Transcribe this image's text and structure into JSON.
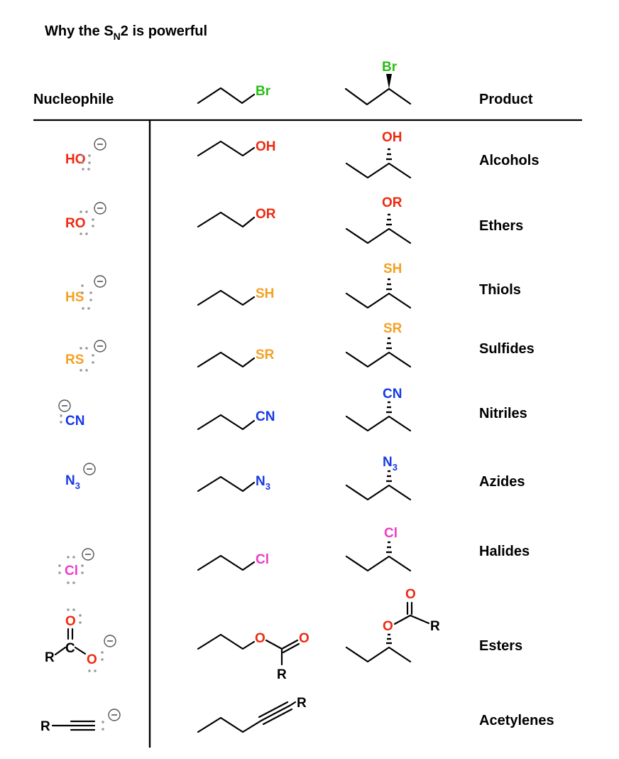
{
  "title": {
    "main": "Why the S",
    "sub": "N",
    "tail": "2 is powerful"
  },
  "headers": {
    "nucleophile": "Nucleophile",
    "product": "Product"
  },
  "substrate_labels": {
    "primary": "Br",
    "secondary": "Br"
  },
  "rows": [
    {
      "nucleophile": "HO",
      "primary": "OH",
      "secondary": "OH",
      "product": "Alcohols"
    },
    {
      "nucleophile": "RO",
      "primary": "OR",
      "secondary": "OR",
      "product": "Ethers"
    },
    {
      "nucleophile": "HS",
      "primary": "SH",
      "secondary": "SH",
      "product": "Thiols"
    },
    {
      "nucleophile": "RS",
      "primary": "SR",
      "secondary": "SR",
      "product": "Sulfides"
    },
    {
      "nucleophile": "CN",
      "primary": "CN",
      "secondary": "CN",
      "product": "Nitriles"
    },
    {
      "nucleophile": "N",
      "nucleophile_sub": "3",
      "primary": "N",
      "primary_sub": "3",
      "secondary": "N",
      "secondary_sub": "3",
      "product": "Azides"
    },
    {
      "nucleophile": "Cl",
      "primary": "Cl",
      "secondary": "Cl",
      "product": "Halides"
    },
    {
      "product": "Esters"
    },
    {
      "product": "Acetylenes"
    }
  ],
  "ester": {
    "nuc_O_top": "O",
    "nuc_C": "C",
    "nuc_R": "R",
    "nuc_O_bottom": "O",
    "pri_O_link": "O",
    "pri_O_carbonyl": "O",
    "pri_R": "R",
    "sec_O_link": "O",
    "sec_O_carbonyl": "O",
    "sec_R": "R"
  },
  "acetylene": {
    "nuc_R": "R",
    "pri_R": "R"
  },
  "colors": {
    "oxygen": "#ee2a10",
    "sulfur": "#f4a023",
    "nitrogen": "#1639e6",
    "chlorine": "#ee3cc8",
    "bromine": "#28be16",
    "text": "#000000",
    "lone_pair": "#9a9a9a"
  }
}
